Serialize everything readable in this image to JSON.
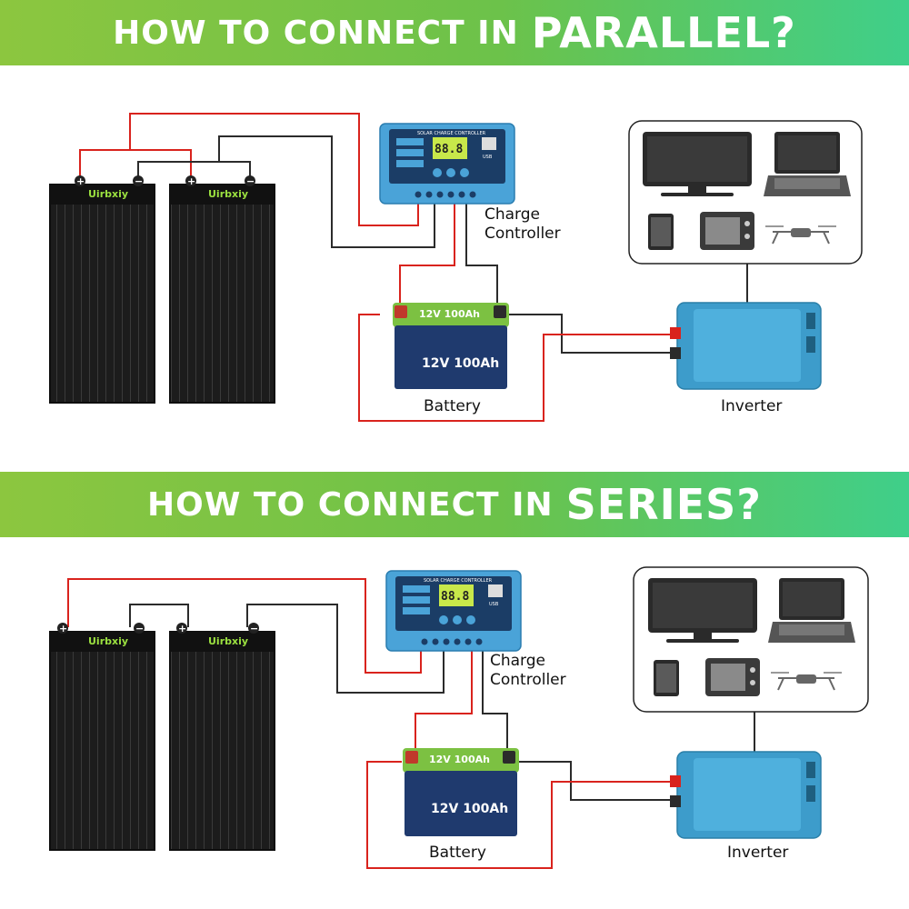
{
  "parallel": {
    "title_lead": "HOW TO CONNECT IN",
    "title_key": "PARALLEL?",
    "panel_brand": "Uirbxiy",
    "controller_title": "SOLAR CHARGE CONTROLLER",
    "controller_display": "88.8",
    "controller_usb": "USB",
    "controller_label_line1": "Charge",
    "controller_label_line2": "Controller",
    "battery_top_text": "12V 100Ah",
    "battery_front_text": "12V 100Ah",
    "battery_label": "Battery",
    "inverter_label": "Inverter",
    "plus": "+",
    "minus": "−"
  },
  "series": {
    "title_lead": "HOW TO CONNECT IN",
    "title_key": "SERIES?",
    "panel_brand": "Uirbxiy",
    "controller_title": "SOLAR CHARGE CONTROLLER",
    "controller_display": "88.8",
    "controller_usb": "USB",
    "controller_label_line1": "Charge",
    "controller_label_line2": "Controller",
    "battery_top_text": "12V 100Ah",
    "battery_front_text": "12V 100Ah",
    "battery_label": "Battery",
    "inverter_label": "Inverter",
    "plus": "+",
    "minus": "−"
  },
  "colors": {
    "banner_start": "#8cc63f",
    "banner_end": "#3fcf8a",
    "wire_positive": "#d9231d",
    "wire_negative": "#2b2b2b",
    "panel": "#1c1c1c",
    "controller": "#4aa3d8",
    "battery_top": "#7cc142",
    "battery_body": "#1f3a6e",
    "inverter": "#3d9ccb"
  },
  "devices": [
    "monitor-icon",
    "laptop-icon",
    "tablet-icon",
    "microwave-icon",
    "drone-icon"
  ]
}
